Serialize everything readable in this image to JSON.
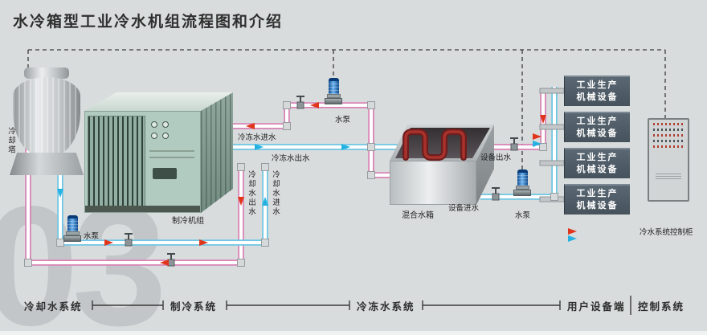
{
  "title": "水冷箱型工业冷水机组流程图和介绍",
  "watermark": "03",
  "colors": {
    "background": "#d9dcdd",
    "warm_pipe": "#d983b5",
    "cold_pipe": "#6fc7e4",
    "arrow_red": "#e0351b",
    "arrow_cyan": "#25b2e2"
  },
  "components": {
    "cooling_tower_label": "冷却塔",
    "chiller_label": "制冷机组",
    "mixing_tank_label": "混合水箱",
    "control_cabinet_label": "冷水系统控制柜",
    "pump_label": "水泵"
  },
  "pipe_labels": {
    "chilled_in": "冷冻水进水",
    "chilled_out": "冷冻水出水",
    "cooling_in": "冷却水进水",
    "cooling_out": "冷却水出水",
    "equipment_out": "设备出水",
    "equipment_in": "设备进水"
  },
  "equipment_boxes": [
    {
      "line1": "工业生产",
      "line2": "机械设备"
    },
    {
      "line1": "工业生产",
      "line2": "机械设备"
    },
    {
      "line1": "工业生产",
      "line2": "机械设备"
    },
    {
      "line1": "工业生产",
      "line2": "机械设备"
    }
  ],
  "sections": [
    "冷却水系统",
    "制冷系统",
    "冷冻水系统",
    "用户设备端",
    "控制系统"
  ]
}
